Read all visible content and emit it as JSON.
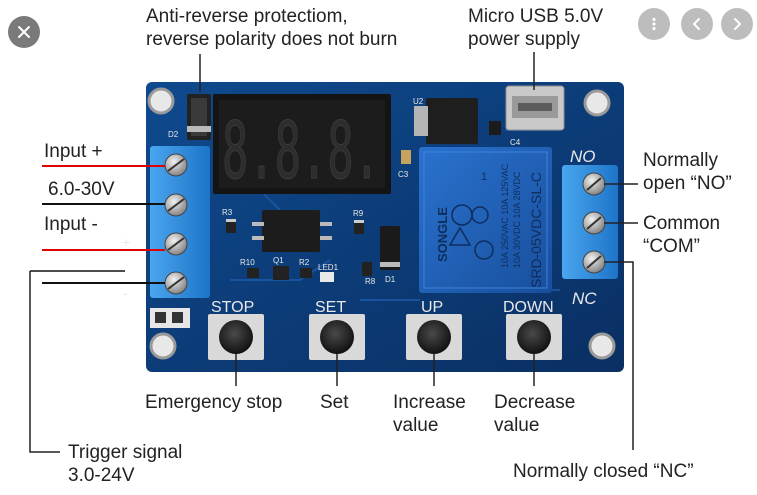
{
  "viewer": {
    "close_icon": "close-icon",
    "more_icon": "more-vertical-icon",
    "prev_icon": "chevron-left-icon",
    "next_icon": "chevron-right-icon"
  },
  "board": {
    "display_text": "8.8.8.",
    "silkscreen": {
      "d2": "D2",
      "u2": "U2",
      "c4": "C4",
      "c3": "C3",
      "r3": "R3",
      "r9": "R9",
      "r10": "R10",
      "q1": "Q1",
      "r2": "R2",
      "led1": "LED1",
      "r8": "R8",
      "d1": "D1",
      "no": "NO",
      "nc": "NC",
      "plus": "+",
      "minus": "-",
      "stop": "STOP",
      "set": "SET",
      "up": "UP",
      "down": "DOWN"
    },
    "relay": {
      "brand": "SONGLE",
      "model": "SRD-05VDC-SL-C",
      "rating_1": "10A 250VAC 10A 125VAC",
      "rating_2": "10A 30VDC 10A 28VDC",
      "num": "1"
    }
  },
  "annotations": {
    "anti_reverse_1": "Anti-reverse protectiom,",
    "anti_reverse_2": "reverse polarity does not burn",
    "usb_1": "Micro USB 5.0V",
    "usb_2": "power supply",
    "input_plus": "Input +",
    "voltage": "6.0-30V",
    "input_minus": "Input -",
    "normally_open_1": "Normally",
    "normally_open_2": "open “NO”",
    "common_1": "Common",
    "common_2": "“COM”",
    "emergency_stop": "Emergency stop",
    "set": "Set",
    "increase_1": "Increase",
    "increase_2": "value",
    "decrease_1": "Decrease",
    "decrease_2": "value",
    "trigger_1": "Trigger signal",
    "trigger_2": "3.0-24V",
    "normally_closed": "Normally closed “NC”"
  },
  "colors": {
    "pcb": "#0d3d7a",
    "terminal": "#2e8fe0",
    "relay": "#1f5fb8",
    "wire_red": "#e00000",
    "wire_black": "#111111",
    "viewer_button": "#bdbdbd"
  }
}
